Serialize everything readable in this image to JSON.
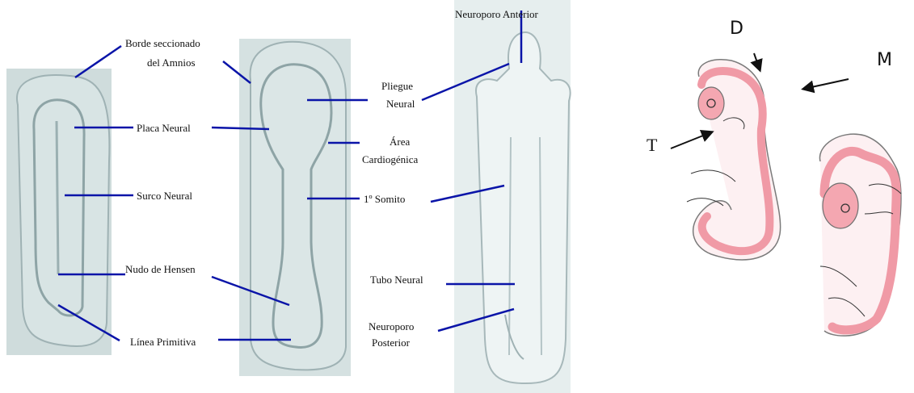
{
  "colors": {
    "leader_line": "#0a14a8",
    "embryo_plate": "#cfdcdc",
    "embryo_pink": "#f09aa6"
  },
  "labels": {
    "borde_seccionado_1": "Borde seccionado",
    "borde_seccionado_2": "del Amnios",
    "placa_neural": "Placa Neural",
    "surco_neural": "Surco Neural",
    "nudo_hensen": "Nudo de Hensen",
    "linea_primitiva": "Línea Primitiva",
    "neuroporo_anterior": "Neuroporo Anterior",
    "pliegue_1": "Pliegue",
    "pliegue_2": "Neural",
    "area_1": "Área",
    "area_2": "Cardiogénica",
    "somito": "1º Somito",
    "tubo_neural": "Tubo Neural",
    "neuroporo_post_1": "Neuroporo",
    "neuroporo_post_2": "Posterior"
  },
  "markers": {
    "d": "D",
    "m": "M",
    "t": "T"
  }
}
